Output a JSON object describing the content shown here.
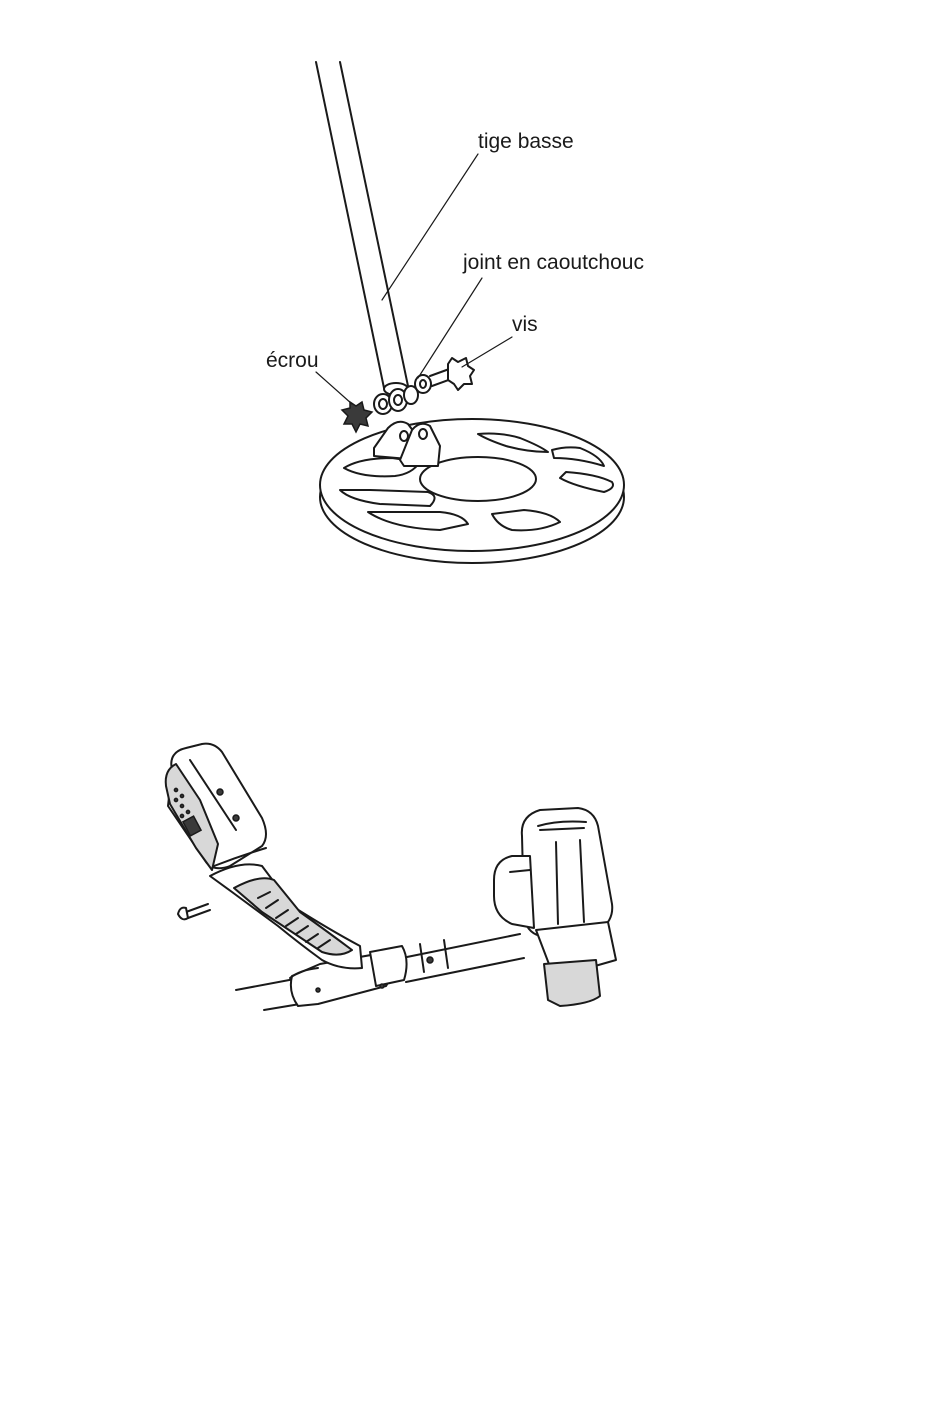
{
  "figure1": {
    "labels": {
      "lower_shaft": "tige basse",
      "rubber_gasket": "joint en caoutchouc",
      "screw": "vis",
      "nut": "écrou"
    }
  }
}
